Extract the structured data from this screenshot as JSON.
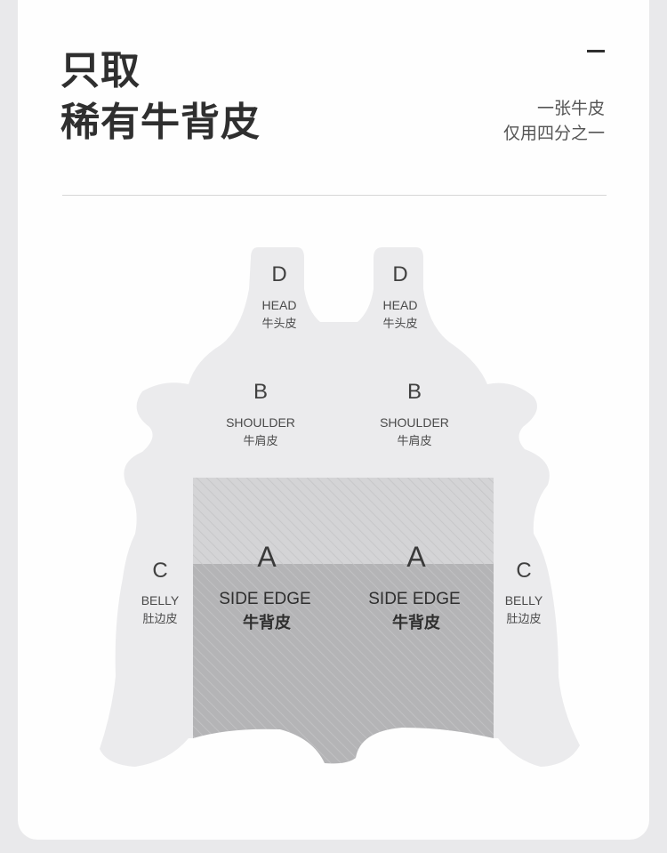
{
  "header": {
    "title_line1": "只取",
    "title_line2": "稀有牛背皮",
    "subtitle_line1": "一张牛皮",
    "subtitle_line2": "仅用四分之一"
  },
  "diagram": {
    "regions": {
      "head_left": {
        "letter": "D",
        "en": "HEAD",
        "cn": "牛头皮"
      },
      "head_right": {
        "letter": "D",
        "en": "HEAD",
        "cn": "牛头皮"
      },
      "shoulder_left": {
        "letter": "B",
        "en": "SHOULDER",
        "cn": "牛肩皮"
      },
      "shoulder_right": {
        "letter": "B",
        "en": "SHOULDER",
        "cn": "牛肩皮"
      },
      "back_left": {
        "letter": "A",
        "en": "SIDE EDGE",
        "cn": "牛背皮"
      },
      "back_right": {
        "letter": "A",
        "en": "SIDE EDGE",
        "cn": "牛背皮"
      },
      "belly_left": {
        "letter": "C",
        "en": "BELLY",
        "cn": "肚边皮"
      },
      "belly_right": {
        "letter": "C",
        "en": "BELLY",
        "cn": "肚边皮"
      }
    },
    "colors": {
      "hide": "#ebebed",
      "back_light": "#d4d4d6",
      "back_dark": "#b4b4b6",
      "hatch": "#c9c9cb",
      "card": "#fefefe",
      "page": "#e9e9eb"
    }
  }
}
